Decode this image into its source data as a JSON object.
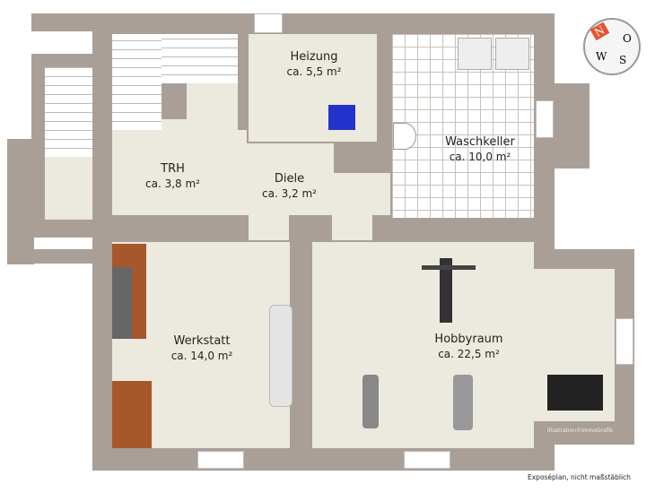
{
  "rooms": [
    {
      "name": "Heizung",
      "area": "ca. 5,5 m²"
    },
    {
      "name": "Waschkeller",
      "area": "ca. 10,0 m²"
    },
    {
      "name": "TRH",
      "area": "ca. 3,8 m²"
    },
    {
      "name": "Diele",
      "area": "ca. 3,2 m²"
    },
    {
      "name": "Werkstatt",
      "area": "ca. 14,0 m²"
    },
    {
      "name": "Hobbyraum",
      "area": "ca. 22,5 m²"
    }
  ],
  "compass": {
    "n": "N",
    "o": "O",
    "s": "S",
    "w": "W"
  },
  "watermark": "Illustration©immoGrafik",
  "footer": "Exposéplan, nicht maßstäblich",
  "colors": {
    "wall": "#aa9f97",
    "floor": "#ece9df",
    "accent": "#e8502a"
  }
}
